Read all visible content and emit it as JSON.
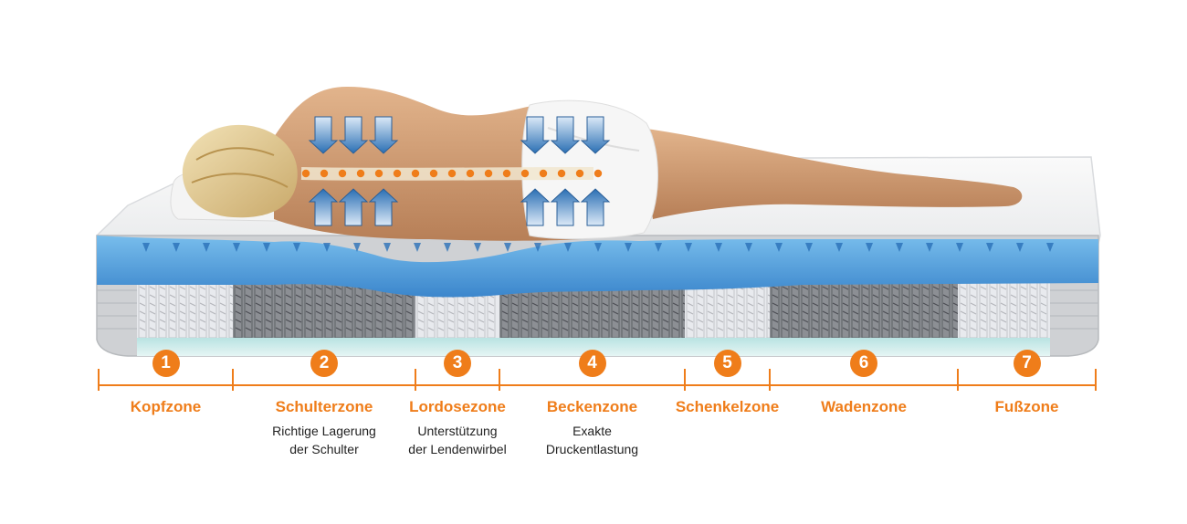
{
  "colors": {
    "accent": "#ef7d1a",
    "foam": "#5aa6de",
    "foam_dark": "#2a71b8",
    "arrow": "#4f8fd0",
    "spring_light": "#e8eaee",
    "spring_dark": "#8c8f94"
  },
  "zones": [
    {
      "number": "1",
      "name": "Kopfzone",
      "desc1": "",
      "desc2": "",
      "shade": "light"
    },
    {
      "number": "2",
      "name": "Schulterzone",
      "desc1": "Richtige Lagerung",
      "desc2": "der Schulter",
      "shade": "dark"
    },
    {
      "number": "3",
      "name": "Lordosezone",
      "desc1": "Unterstützung",
      "desc2": "der Lendenwirbel",
      "shade": "light"
    },
    {
      "number": "4",
      "name": "Beckenzone",
      "desc1": "Exakte",
      "desc2": "Druckentlastung",
      "shade": "dark"
    },
    {
      "number": "5",
      "name": "Schenkelzone",
      "desc1": "",
      "desc2": "",
      "shade": "light"
    },
    {
      "number": "6",
      "name": "Wadenzone",
      "desc1": "",
      "desc2": "",
      "shade": "dark"
    },
    {
      "number": "7",
      "name": "Fußzone",
      "desc1": "",
      "desc2": "",
      "shade": "light"
    }
  ],
  "icons": {
    "pressure_arrow": "arrow-icon",
    "spine_point": "dot-icon"
  }
}
